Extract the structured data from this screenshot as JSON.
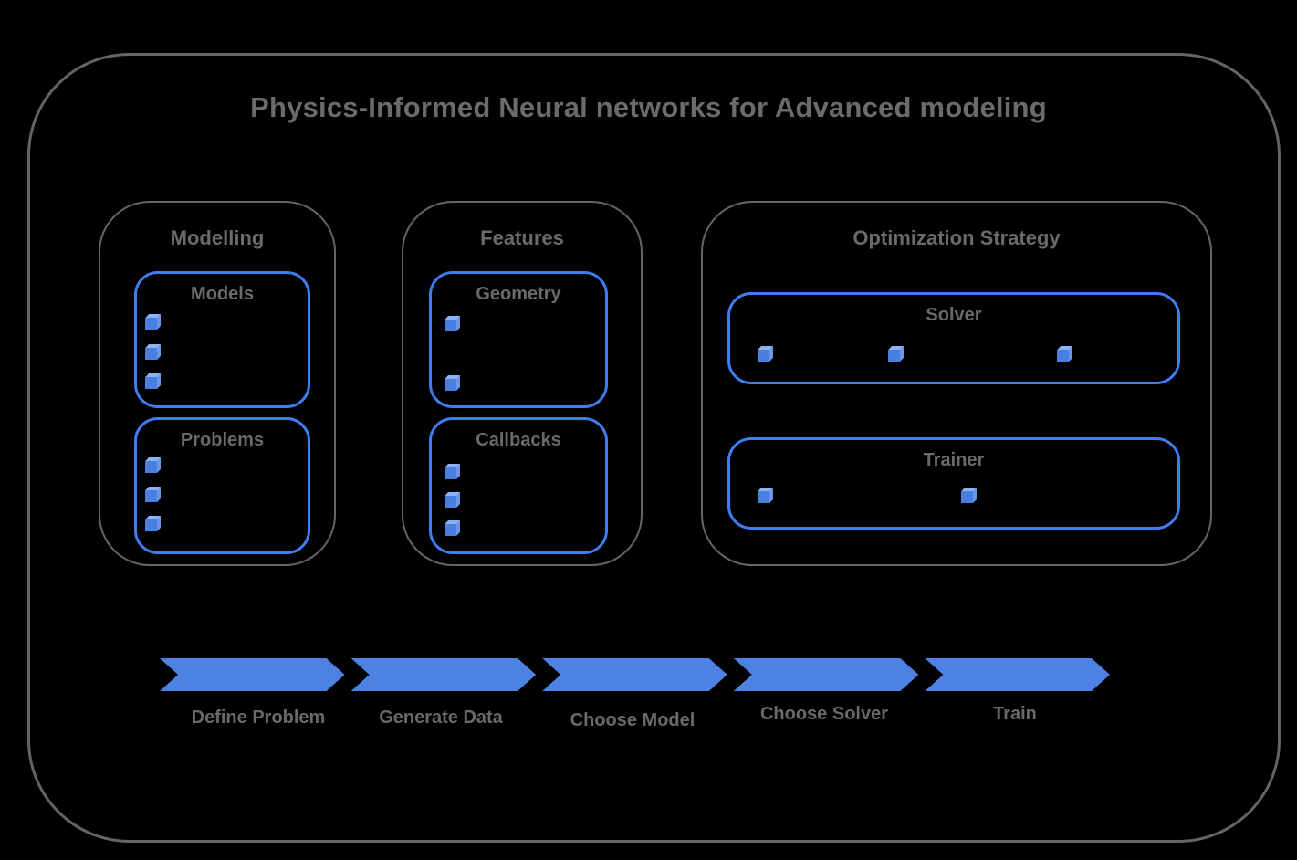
{
  "title": "Physics-Informed Neural networks for Advanced modeling",
  "colors": {
    "background": "#000000",
    "outline_gray": "#656565",
    "text_gray": "#6a6a6a",
    "box_border_blue": "#3f7ef2",
    "chevron_blue": "#4d82e4",
    "cube_front": "#4a7fe2",
    "cube_top": "#8db1f1",
    "cube_side": "#6b96ea"
  },
  "sections": [
    {
      "title": "Modelling",
      "boxes": [
        {
          "title": "Models",
          "bullet_count": 3
        },
        {
          "title": "Problems",
          "bullet_count": 3
        }
      ]
    },
    {
      "title": "Features",
      "boxes": [
        {
          "title": "Geometry",
          "bullet_count": 2
        },
        {
          "title": "Callbacks",
          "bullet_count": 3
        }
      ]
    },
    {
      "title": "Optimization Strategy",
      "boxes": [
        {
          "title": "Solver",
          "bullet_count": 3
        },
        {
          "title": "Trainer",
          "bullet_count": 2
        }
      ]
    }
  ],
  "process_flow": {
    "steps": [
      {
        "label": "Define Problem"
      },
      {
        "label": "Generate Data"
      },
      {
        "label": "Choose Model"
      },
      {
        "label": "Choose Solver"
      },
      {
        "label": "Train"
      }
    ]
  }
}
